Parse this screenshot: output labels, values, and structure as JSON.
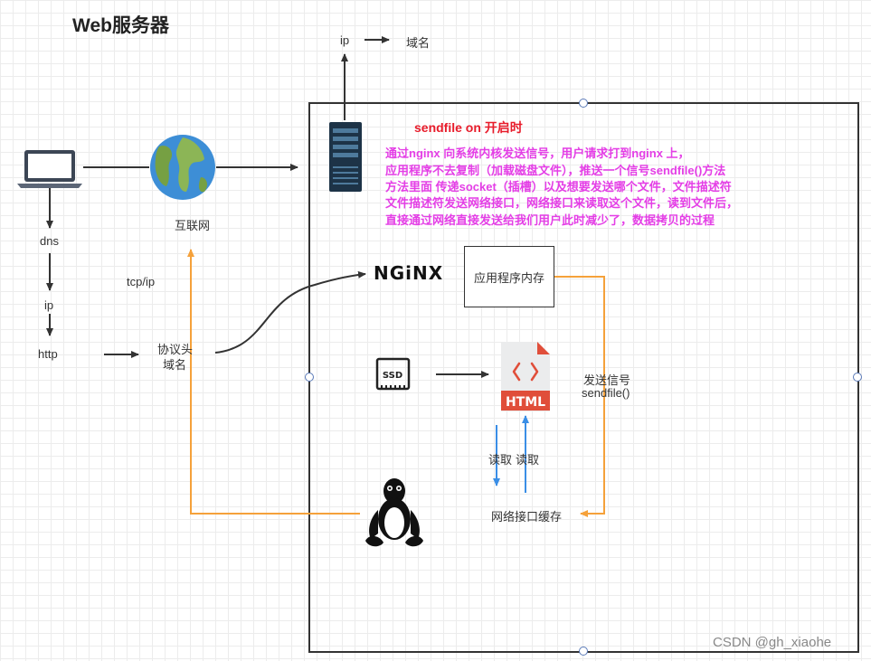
{
  "title": "Web服务器",
  "labels": {
    "internet": "互联网",
    "dns": "dns",
    "ip_left": "ip",
    "http": "http",
    "tcpip": "tcp/ip",
    "protocol_header": "协议头",
    "domain_name_left": "域名",
    "ip_top": "ip",
    "domain_name_top": "域名",
    "app_memory": "应用程序内存",
    "send_signal": "发送信号",
    "sendfile_call": "sendfile()",
    "read_1": "读取",
    "read_2": "读取",
    "network_cache": "网络接口缓存",
    "nginx_logo": "NGiNX",
    "ssd_label": "SSD",
    "html_label": "HTML"
  },
  "note": {
    "heading": "sendfile   on 开启时",
    "lines": [
      "通过nginx 向系统内核发送信号，用户请求打到nginx 上，",
      "应用程序不去复制（加载磁盘文件），推送一个信号sendfile()方法",
      "方法里面  传递socket（插槽）以及想要发送哪个文件，文件描述符",
      "文件描述符发送网络接口，网络接口来读取这个文件，读到文件后，",
      "直接通过网络直接发送给我们用户此时减少了，数据拷贝的过程"
    ]
  },
  "watermark": "CSDN @gh_xiaohe",
  "colors": {
    "orange": "#f5a13a",
    "blue": "#3a8ee6",
    "magenta": "#e43ee6",
    "red": "#e81c2b",
    "html_red": "#e04e3a"
  },
  "icons": [
    "laptop-icon",
    "globe-icon",
    "server-icon",
    "ssd-icon",
    "html-file-icon",
    "linux-penguin-icon"
  ]
}
